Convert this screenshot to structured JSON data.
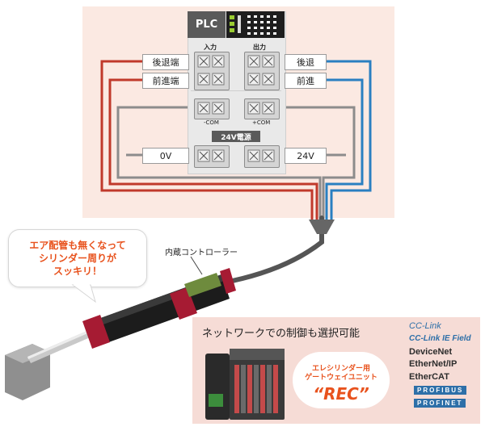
{
  "plc": {
    "title": "PLC",
    "input_header": "入力",
    "output_header": "出力",
    "com_minus": "-COM",
    "com_plus": "+COM",
    "power_header": "24V電源"
  },
  "signals": {
    "input_rear": "後退端",
    "input_front": "前進端",
    "output_rear": "後退",
    "output_front": "前進",
    "power_0v": "0V",
    "power_24v": "24V"
  },
  "callout": {
    "line1": "エア配管も無くなって",
    "line2": "シリンダー周りが",
    "line3": "スッキリ！"
  },
  "controller_label": "内蔵コントローラー",
  "network": {
    "title": "ネットワークでの制御も選択可能",
    "gateway_caption_1": "エレシリンダー用",
    "gateway_caption_2": "ゲートウェイユニット",
    "gateway_name": "“REC”",
    "protocols": [
      "CC-Link",
      "CC-Link IE Field",
      "DeviceNet",
      "EtherNet/IP",
      "EtherCAT",
      "PROFIBUS",
      "PROFINET"
    ]
  },
  "colors": {
    "red_wire": "#c0392b",
    "blue_wire": "#2a7fc1",
    "gray_wire": "#8c8c8c",
    "accent_orange": "#e8521d",
    "actuator_red": "#a61b33",
    "panel_bg": "#fbe9e2"
  }
}
